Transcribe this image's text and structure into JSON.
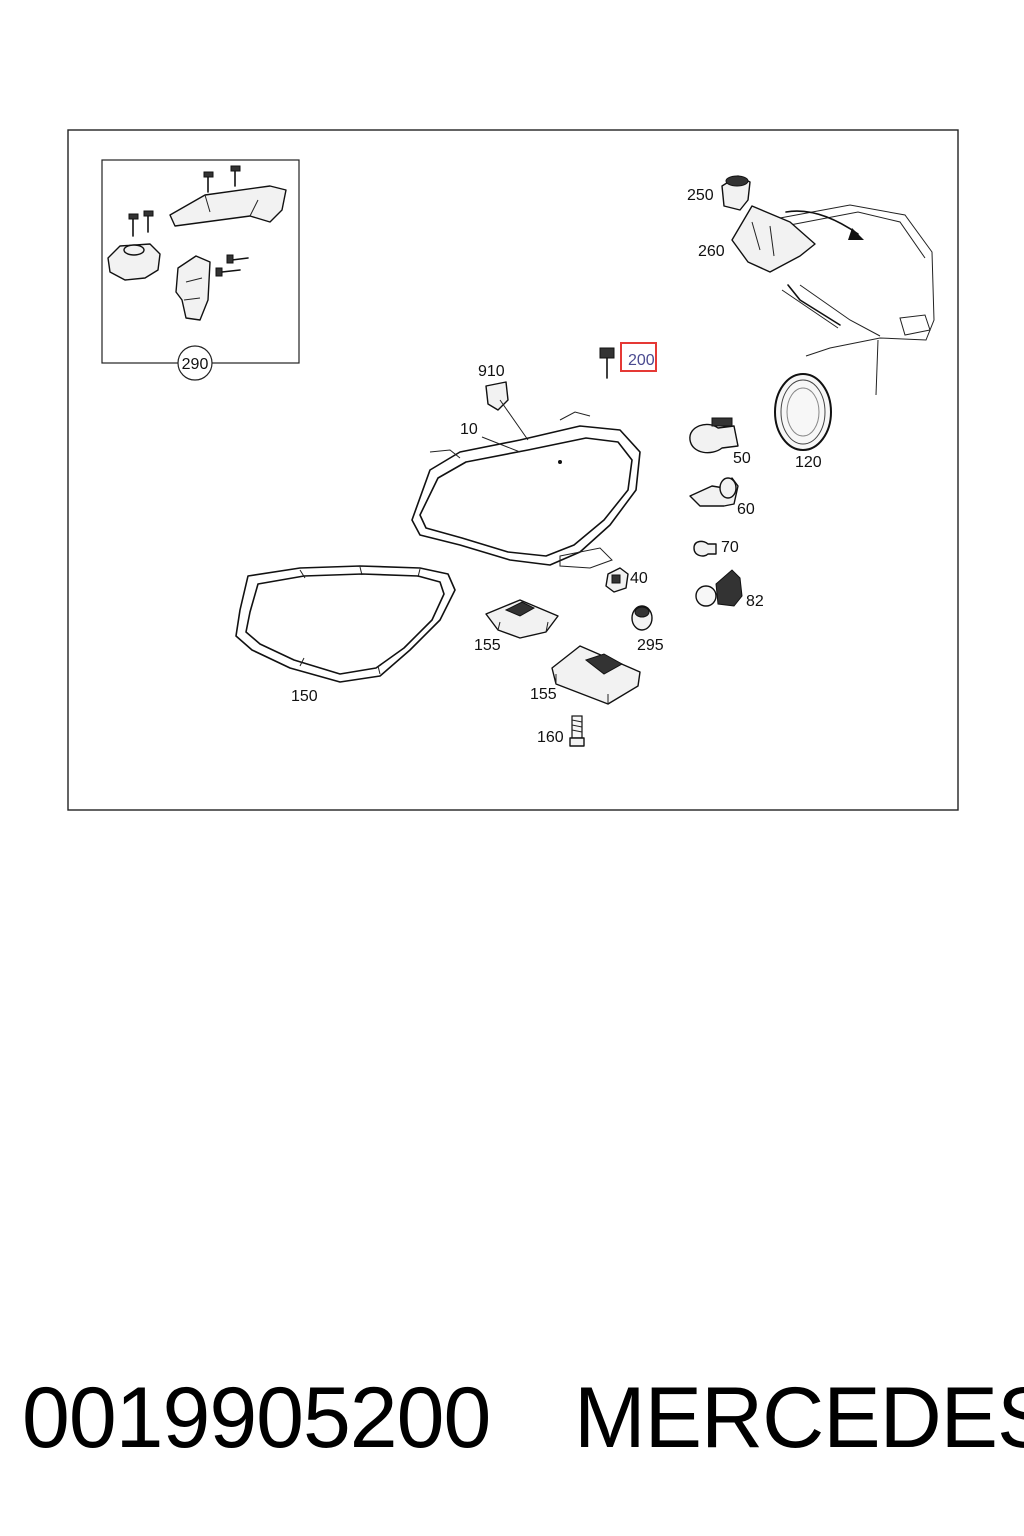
{
  "diagram": {
    "highlight_color": "#e53935",
    "highlighted_callout": "200",
    "callouts": {
      "c250": "250",
      "c260": "260",
      "c290": "290",
      "c910": "910",
      "c200": "200",
      "c10": "10",
      "c50": "50",
      "c120": "120",
      "c60": "60",
      "c70": "70",
      "c40": "40",
      "c82": "82",
      "c155a": "155",
      "c295": "295",
      "c150": "150",
      "c155b": "155",
      "c160": "160"
    }
  },
  "footer": {
    "part_number": "0019905200",
    "brand": "MERCEDES"
  }
}
